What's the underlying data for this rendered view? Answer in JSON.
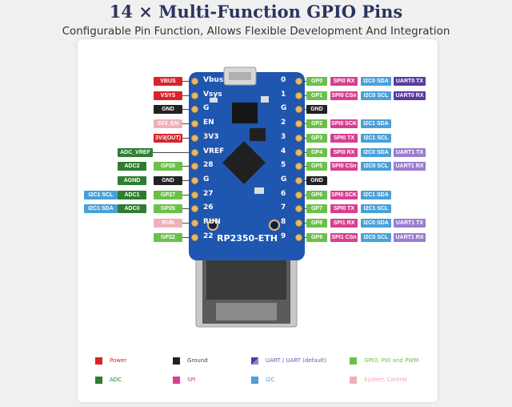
{
  "title": "14 × Multi-Function GPIO Pins",
  "subtitle": "Configurable Pin Function, Allows Flexible Development And Integration",
  "board": {
    "name": "RP2350-ETH"
  },
  "colors": {
    "power": "#d8232a",
    "ground": "#222222",
    "adc": "#2e7d32",
    "spi": "#d63f8f",
    "uart": "#5a3aa0",
    "uart_default": "#9a7dd1",
    "i2c": "#4aa0d8",
    "gpio": "#6cc04a",
    "system": "#f0b0b8"
  },
  "left_pins": [
    {
      "pin": "Vbus",
      "labels": [
        {
          "text": "VBUS",
          "type": "power"
        }
      ]
    },
    {
      "pin": "Vsys",
      "labels": [
        {
          "text": "VSYS",
          "type": "power"
        }
      ]
    },
    {
      "pin": "G",
      "labels": [
        {
          "text": "GND",
          "type": "ground"
        }
      ]
    },
    {
      "pin": "EN",
      "labels": [
        {
          "text": "3V3_EN",
          "type": "system"
        }
      ]
    },
    {
      "pin": "3V3",
      "labels": [
        {
          "text": "3V3(OUT)",
          "type": "power"
        }
      ]
    },
    {
      "pin": "VREF",
      "labels": [
        {
          "text": "ADC_VREF",
          "type": "adc"
        }
      ]
    },
    {
      "pin": "28",
      "labels": [
        {
          "text": "GP28",
          "type": "gpio"
        },
        {
          "text": "ADC2",
          "type": "adc"
        }
      ]
    },
    {
      "pin": "G",
      "labels": [
        {
          "text": "GND",
          "type": "ground"
        },
        {
          "text": "AGND",
          "type": "adc"
        }
      ]
    },
    {
      "pin": "27",
      "labels": [
        {
          "text": "GP27",
          "type": "gpio"
        },
        {
          "text": "ADC1",
          "type": "adc"
        },
        {
          "text": "I2C1 SCL",
          "type": "i2c"
        }
      ]
    },
    {
      "pin": "26",
      "labels": [
        {
          "text": "GP26",
          "type": "gpio"
        },
        {
          "text": "ADC0",
          "type": "adc"
        },
        {
          "text": "I2C1 SDA",
          "type": "i2c"
        }
      ]
    },
    {
      "pin": "RUN",
      "labels": [
        {
          "text": "RUN",
          "type": "system"
        }
      ]
    },
    {
      "pin": "22",
      "labels": [
        {
          "text": "GP22",
          "type": "gpio"
        }
      ]
    }
  ],
  "right_pins": [
    {
      "pin": "0",
      "labels": [
        {
          "text": "GP0",
          "type": "gpio"
        },
        {
          "text": "SPI0 RX",
          "type": "spi"
        },
        {
          "text": "I2C0 SDA",
          "type": "i2c"
        },
        {
          "text": "UART0 TX",
          "type": "uart"
        }
      ]
    },
    {
      "pin": "1",
      "labels": [
        {
          "text": "GP1",
          "type": "gpio"
        },
        {
          "text": "SPI0 CSn",
          "type": "spi"
        },
        {
          "text": "I2C0 SCL",
          "type": "i2c"
        },
        {
          "text": "UART0 RX",
          "type": "uart"
        }
      ]
    },
    {
      "pin": "G",
      "labels": [
        {
          "text": "GND",
          "type": "ground"
        }
      ]
    },
    {
      "pin": "2",
      "labels": [
        {
          "text": "GP2",
          "type": "gpio"
        },
        {
          "text": "SPI0 SCK",
          "type": "spi"
        },
        {
          "text": "I2C1 SDA",
          "type": "i2c"
        }
      ]
    },
    {
      "pin": "3",
      "labels": [
        {
          "text": "GP3",
          "type": "gpio"
        },
        {
          "text": "SPI0 TX",
          "type": "spi"
        },
        {
          "text": "I2C1 SCL",
          "type": "i2c"
        }
      ]
    },
    {
      "pin": "4",
      "labels": [
        {
          "text": "GP4",
          "type": "gpio"
        },
        {
          "text": "SPI0 RX",
          "type": "spi"
        },
        {
          "text": "I2C0 SDA",
          "type": "i2c"
        },
        {
          "text": "UART1 TX",
          "type": "uart_default"
        }
      ]
    },
    {
      "pin": "5",
      "labels": [
        {
          "text": "GP5",
          "type": "gpio"
        },
        {
          "text": "SPI0 CSn",
          "type": "spi"
        },
        {
          "text": "I2C0 SCL",
          "type": "i2c"
        },
        {
          "text": "UART1 RX",
          "type": "uart_default"
        }
      ]
    },
    {
      "pin": "G",
      "labels": [
        {
          "text": "GND",
          "type": "ground"
        }
      ]
    },
    {
      "pin": "6",
      "labels": [
        {
          "text": "GP6",
          "type": "gpio"
        },
        {
          "text": "SPI0 SCK",
          "type": "spi"
        },
        {
          "text": "I2C1 SDA",
          "type": "i2c"
        }
      ]
    },
    {
      "pin": "7",
      "labels": [
        {
          "text": "GP7",
          "type": "gpio"
        },
        {
          "text": "SPI0 TX",
          "type": "spi"
        },
        {
          "text": "I2C1 SCL",
          "type": "i2c"
        }
      ]
    },
    {
      "pin": "8",
      "labels": [
        {
          "text": "GP8",
          "type": "gpio"
        },
        {
          "text": "SPI1 RX",
          "type": "spi"
        },
        {
          "text": "I2C0 SDA",
          "type": "i2c"
        },
        {
          "text": "UART1 TX",
          "type": "uart_default"
        }
      ]
    },
    {
      "pin": "9",
      "labels": [
        {
          "text": "GP9",
          "type": "gpio"
        },
        {
          "text": "SPI1 CSn",
          "type": "spi"
        },
        {
          "text": "I2C0 SCL",
          "type": "i2c"
        },
        {
          "text": "UART1 RX",
          "type": "uart_default"
        }
      ]
    }
  ],
  "legend": [
    {
      "text": "Power",
      "type": "power"
    },
    {
      "text": "Ground",
      "type": "ground"
    },
    {
      "text": "UART / UART (default)",
      "type": "uart_split"
    },
    {
      "text": "GPIO, PIO and PWM",
      "type": "gpio"
    },
    {
      "text": "ADC",
      "type": "adc"
    },
    {
      "text": "SPI",
      "type": "spi"
    },
    {
      "text": "I2C",
      "type": "i2c"
    },
    {
      "text": "System Control",
      "type": "system"
    }
  ]
}
